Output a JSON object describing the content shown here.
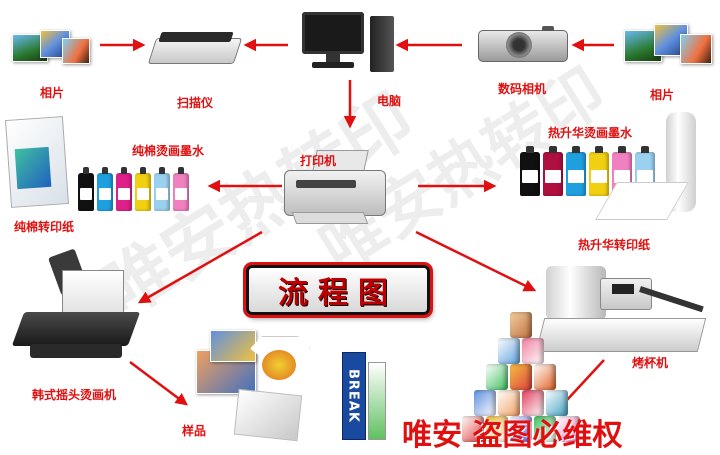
{
  "diagram": {
    "title": "流程图",
    "labels": {
      "photo_left": "相片",
      "scanner": "扫描仪",
      "computer": "电脑",
      "camera": "数码相机",
      "photo_right": "相片",
      "printer": "打印机",
      "cotton_ink": "纯棉烫画墨水",
      "cotton_paper": "纯棉转印纸",
      "sublimation_ink": "热升华烫画墨水",
      "sublimation_paper": "热升华转印纸",
      "flat_press": "韩式摇头烫画机",
      "mug_press": "烤杯机",
      "samples": "样品"
    },
    "sample_texts": {
      "banner": "BREAK"
    },
    "watermark": "唯安热转印",
    "copyright": "唯安 盗图必维权",
    "colors": {
      "arrow": "#e01010",
      "label": "#e01010",
      "title": "#c00000"
    },
    "ink_colors": [
      "#111111",
      "#1ea0e0",
      "#e0208a",
      "#f0d010",
      "#9ad0f0",
      "#f080c0"
    ]
  }
}
